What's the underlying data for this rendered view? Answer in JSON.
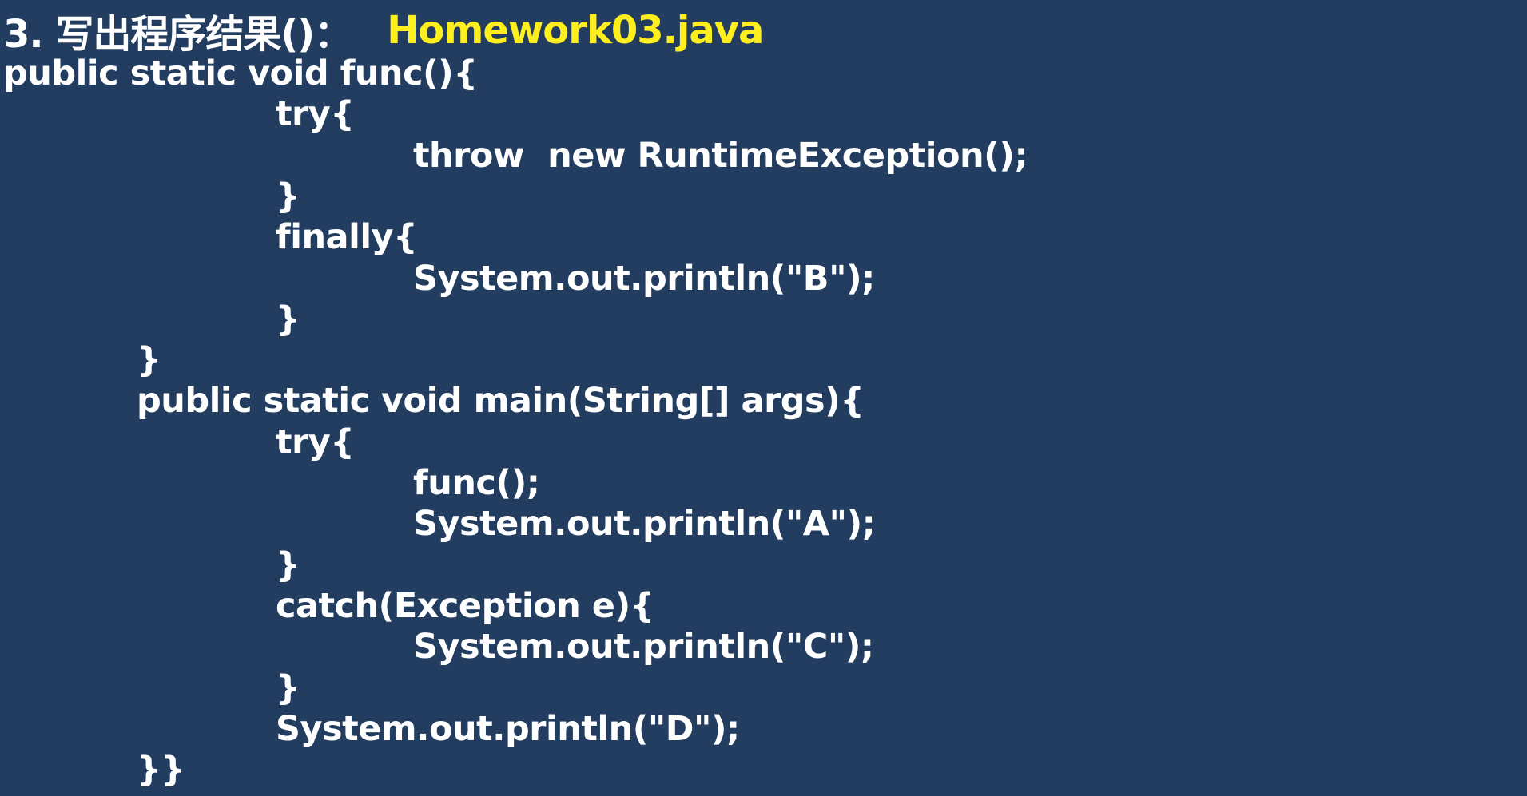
{
  "title": {
    "label": "3. 写出程序结果()：",
    "file": "Homework03.java"
  },
  "code_lines": [
    {
      "text": "public static void func(){",
      "indent": 0
    },
    {
      "text": "try{",
      "indent": 2
    },
    {
      "text": "throw  new RuntimeException();",
      "indent": 3
    },
    {
      "text": "}",
      "indent": 2
    },
    {
      "text": "finally{",
      "indent": 2
    },
    {
      "text": "System.out.println(\"B\");",
      "indent": 3
    },
    {
      "text": "}",
      "indent": 2
    },
    {
      "text": "}",
      "indent": 1
    },
    {
      "text": "public static void main(String[] args){",
      "indent": 1
    },
    {
      "text": "try{",
      "indent": 2
    },
    {
      "text": "func();",
      "indent": 3
    },
    {
      "text": "System.out.println(\"A\");",
      "indent": 3
    },
    {
      "text": "}",
      "indent": 2
    },
    {
      "text": "catch(Exception e){",
      "indent": 2
    },
    {
      "text": "System.out.println(\"C\");",
      "indent": 3
    },
    {
      "text": "}",
      "indent": 2
    },
    {
      "text": "System.out.println(\"D\");",
      "indent": 2
    },
    {
      "text": "}}",
      "indent": 1
    }
  ],
  "colors": {
    "background": "#223d5f",
    "text": "#ffffff",
    "highlight": "#ffef1f"
  }
}
